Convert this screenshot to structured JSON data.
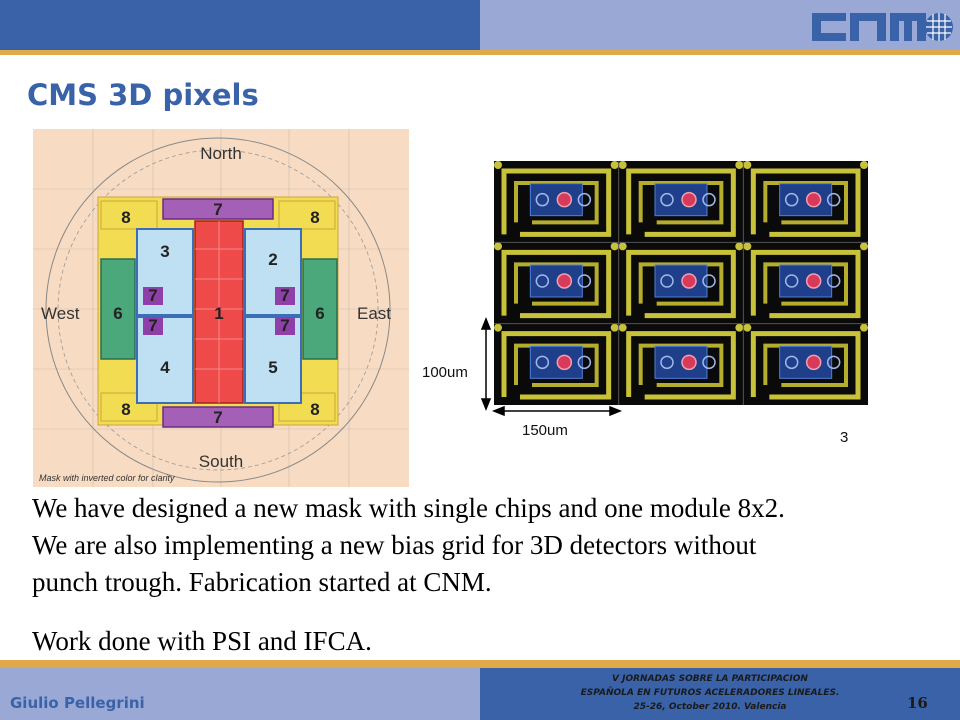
{
  "header": {
    "title": "CMS 3D pixels",
    "logo": "cnm"
  },
  "figure_left": {
    "compass": {
      "north": "North",
      "south": "South",
      "west": "West",
      "east": "East"
    },
    "caption": "Mask with inverted color for clarity",
    "labels": {
      "n1": "1",
      "n2": "2",
      "n3": "3",
      "n4": "4",
      "n5": "5",
      "n6": "6",
      "n7": "7",
      "n8": "8"
    }
  },
  "figure_right": {
    "height_label": "100um",
    "width_label": "150um",
    "corner_number": "3"
  },
  "body": {
    "paragraph_lines": [
      "We have designed a new mask with single chips and one module 8x2.",
      "We are also implementing a new bias grid for 3D detectors without",
      "punch trough. Fabrication started at CNM."
    ],
    "work": "Work done with PSI and IFCA."
  },
  "footer": {
    "author": "Giulio Pellegrini",
    "conference_lines": [
      "V JORNADAS SOBRE LA PARTICIPACION",
      "ESPAÑOLA EN FUTUROS ACELERADORES LINEALES.",
      "25-26, October 2010. Valencia"
    ],
    "page_number": "16"
  },
  "colors": {
    "accent_blue": "#3a62a8",
    "light_blue": "#9aa8d6",
    "gold": "#e0a94a"
  }
}
